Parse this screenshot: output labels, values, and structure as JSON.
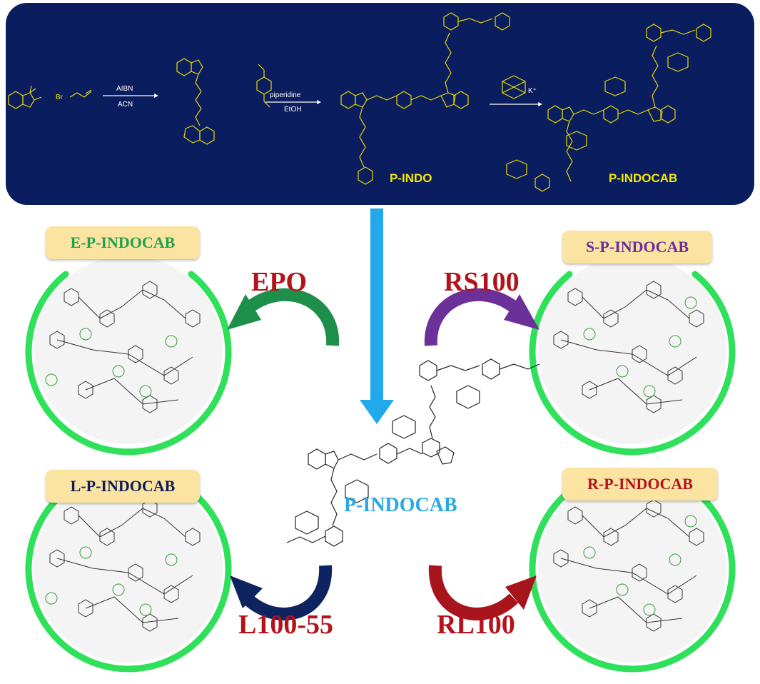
{
  "top_panel": {
    "reagents_1": {
      "top": "AIBN",
      "bottom": "ACN"
    },
    "reagents_2": {
      "top": "piperidine",
      "bottom": "EtOH"
    },
    "reagents_3": {
      "label": "K⁺"
    },
    "reactant_label": "Br",
    "product_1": "P-INDO",
    "product_2": "P-INDOCAB"
  },
  "center": {
    "label": "P-INDOCAB"
  },
  "particles": [
    {
      "id": "epo",
      "tag": "E-P-INDOCAB",
      "polymer": "EPO",
      "tag_color": "#21a24a",
      "arrow_color": "#1d8f4a"
    },
    {
      "id": "rs100",
      "tag": "S-P-INDOCAB",
      "polymer": "RS100",
      "tag_color": "#6a2d9a",
      "arrow_color": "#6b3199"
    },
    {
      "id": "l100",
      "tag": "L-P-INDOCAB",
      "polymer": "L100-55",
      "tag_color": "#0d1d5a",
      "arrow_color": "#0d2460"
    },
    {
      "id": "rl100",
      "tag": "R-P-INDOCAB",
      "polymer": "RL100",
      "tag_color": "#b3131b",
      "arrow_color": "#a8141b"
    }
  ]
}
